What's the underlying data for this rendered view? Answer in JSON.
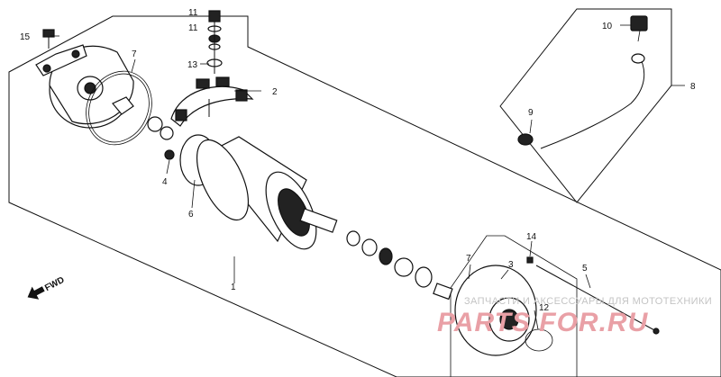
{
  "callouts": {
    "c1": "1",
    "c2": "2",
    "c3": "3",
    "c4": "4",
    "c5": "5",
    "c6": "6",
    "c7a": "7",
    "c7b": "7",
    "c8": "8",
    "c9": "9",
    "c10": "10",
    "c11a": "11",
    "c11b": "11",
    "c12": "12",
    "c13": "13",
    "c14": "14",
    "c15": "15"
  },
  "fwd_label": "FWD",
  "watermark": {
    "line1": "ЗАПЧАСТИ И АКСЕССУАРЫ ДЛЯ МОТОТЕХНИКИ",
    "logo": "PARTS FOR.RU"
  },
  "colors": {
    "line": "#111111",
    "watermark_logo": "#e9a0a6",
    "watermark_text": "#c4c4c4"
  }
}
